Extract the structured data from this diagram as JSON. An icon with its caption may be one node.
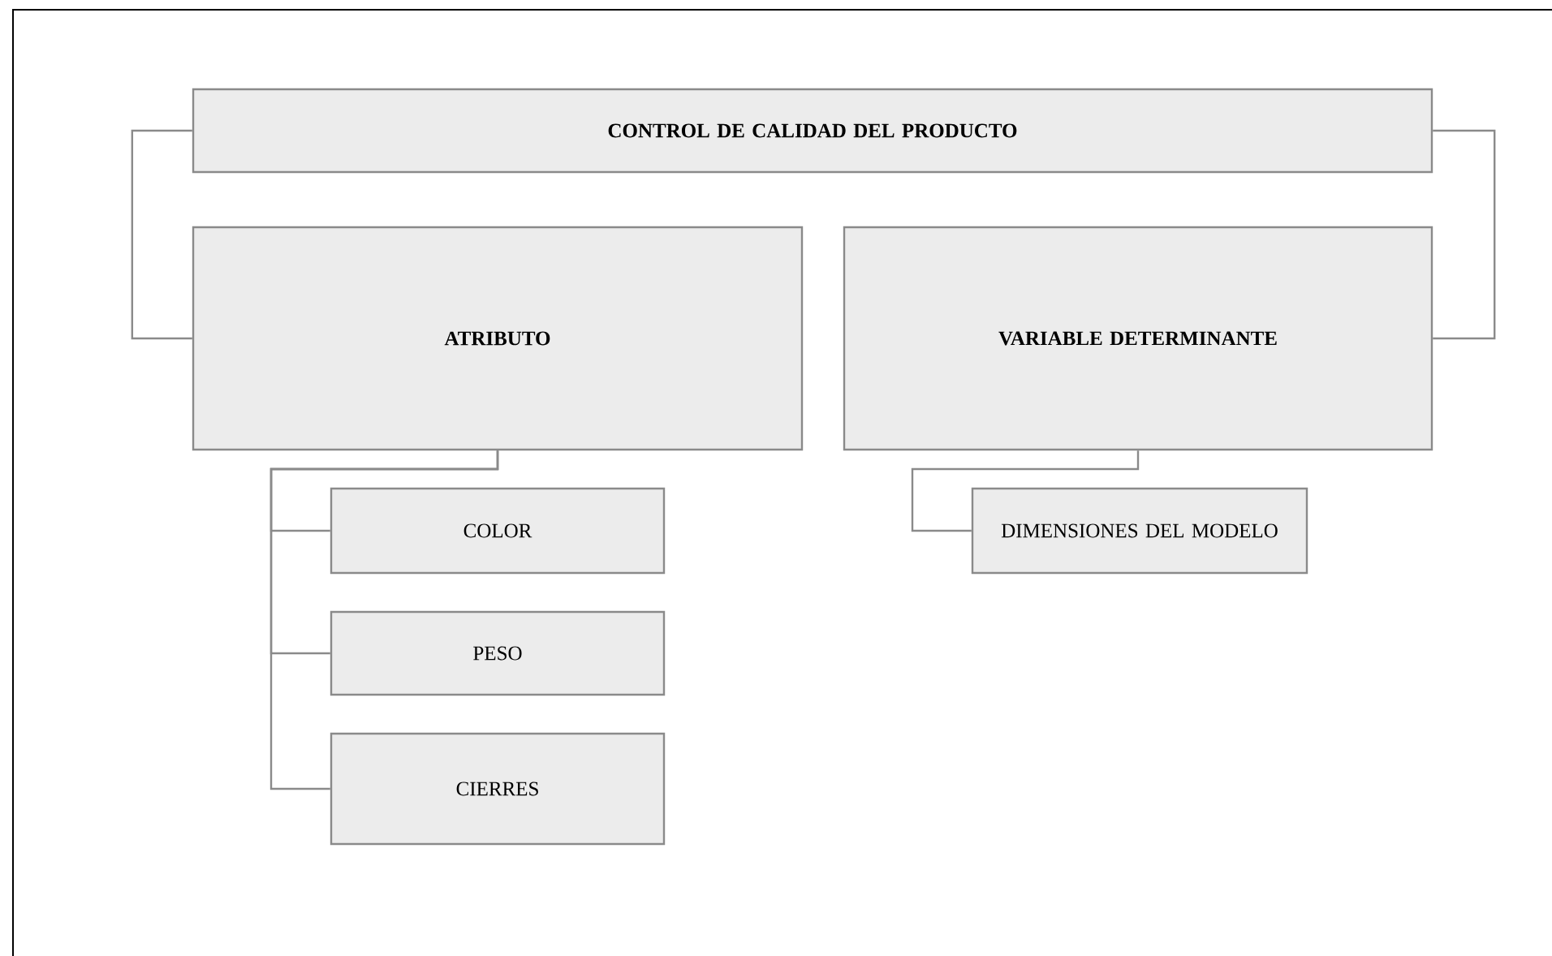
{
  "diagram": {
    "nodes": [
      {
        "text": [
          "CONTROL DE CALIDAD DEL PRODUCTO"
        ]
      },
      {
        "text": [
          "ATRIBUTO"
        ]
      },
      {
        "text": [
          "VARIABLE DETERMINANTE"
        ]
      },
      {
        "text": [
          "COLOR"
        ]
      },
      {
        "text": [
          "PESO"
        ]
      },
      {
        "text": [
          "CIERRES"
        ]
      },
      {
        "text": [
          "DIMENSIONES DEL MODELO"
        ]
      }
    ],
    "edges": [
      {
        "from": 0,
        "to": 1,
        "arrow": "none"
      },
      {
        "from": 0,
        "to": 2,
        "arrow": "none"
      },
      {
        "from": 1,
        "to": 3,
        "arrow": "none"
      },
      {
        "from": 1,
        "to": 4,
        "arrow": "none"
      },
      {
        "from": 1,
        "to": 5,
        "arrow": "none"
      },
      {
        "from": 2,
        "to": 6,
        "arrow": "none"
      }
    ]
  }
}
